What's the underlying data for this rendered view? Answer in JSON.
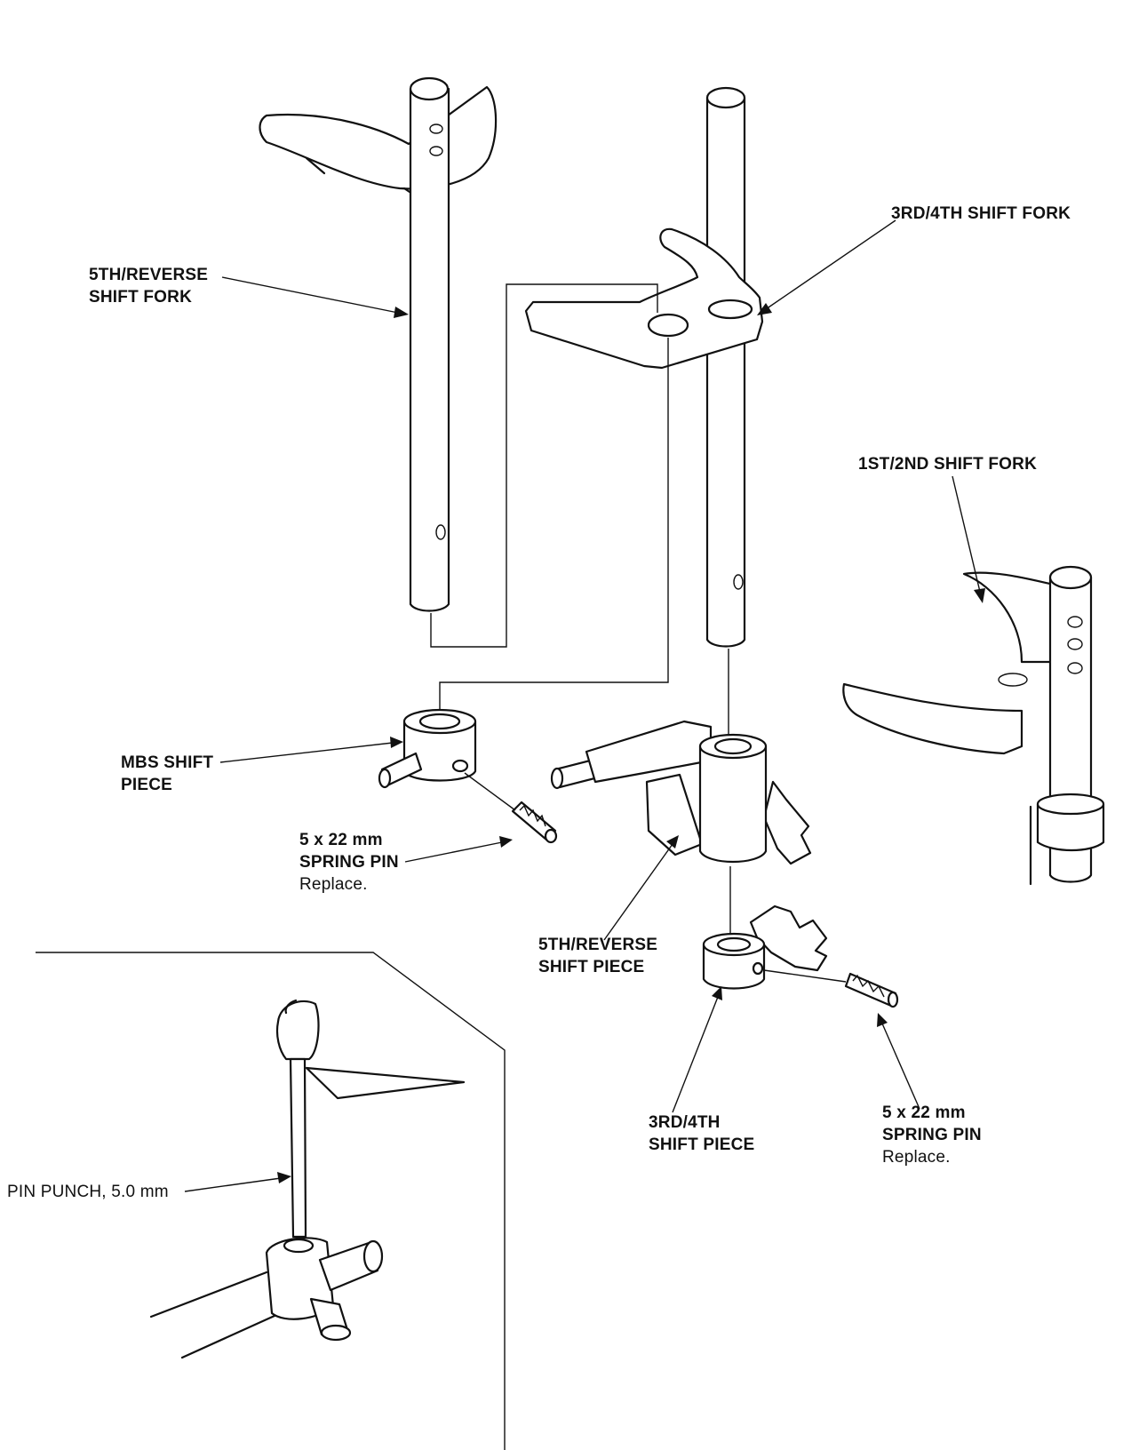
{
  "labels": {
    "fifth_reverse_fork": [
      "5TH/REVERSE",
      "SHIFT FORK"
    ],
    "third_fourth_fork": [
      "3RD/4TH SHIFT FORK"
    ],
    "first_second_fork": [
      "1ST/2ND SHIFT FORK"
    ],
    "mbs_piece": [
      "MBS SHIFT",
      "PIECE"
    ],
    "spring_pin_left": [
      "5 x 22 mm",
      "SPRING PIN",
      "Replace."
    ],
    "fifth_reverse_piece": [
      "5TH/REVERSE",
      "SHIFT PIECE"
    ],
    "third_fourth_piece": [
      "3RD/4TH",
      "SHIFT PIECE"
    ],
    "spring_pin_right": [
      "5 x 22 mm",
      "SPRING PIN",
      "Replace."
    ],
    "pin_punch": [
      "PIN PUNCH, 5.0 mm"
    ]
  }
}
